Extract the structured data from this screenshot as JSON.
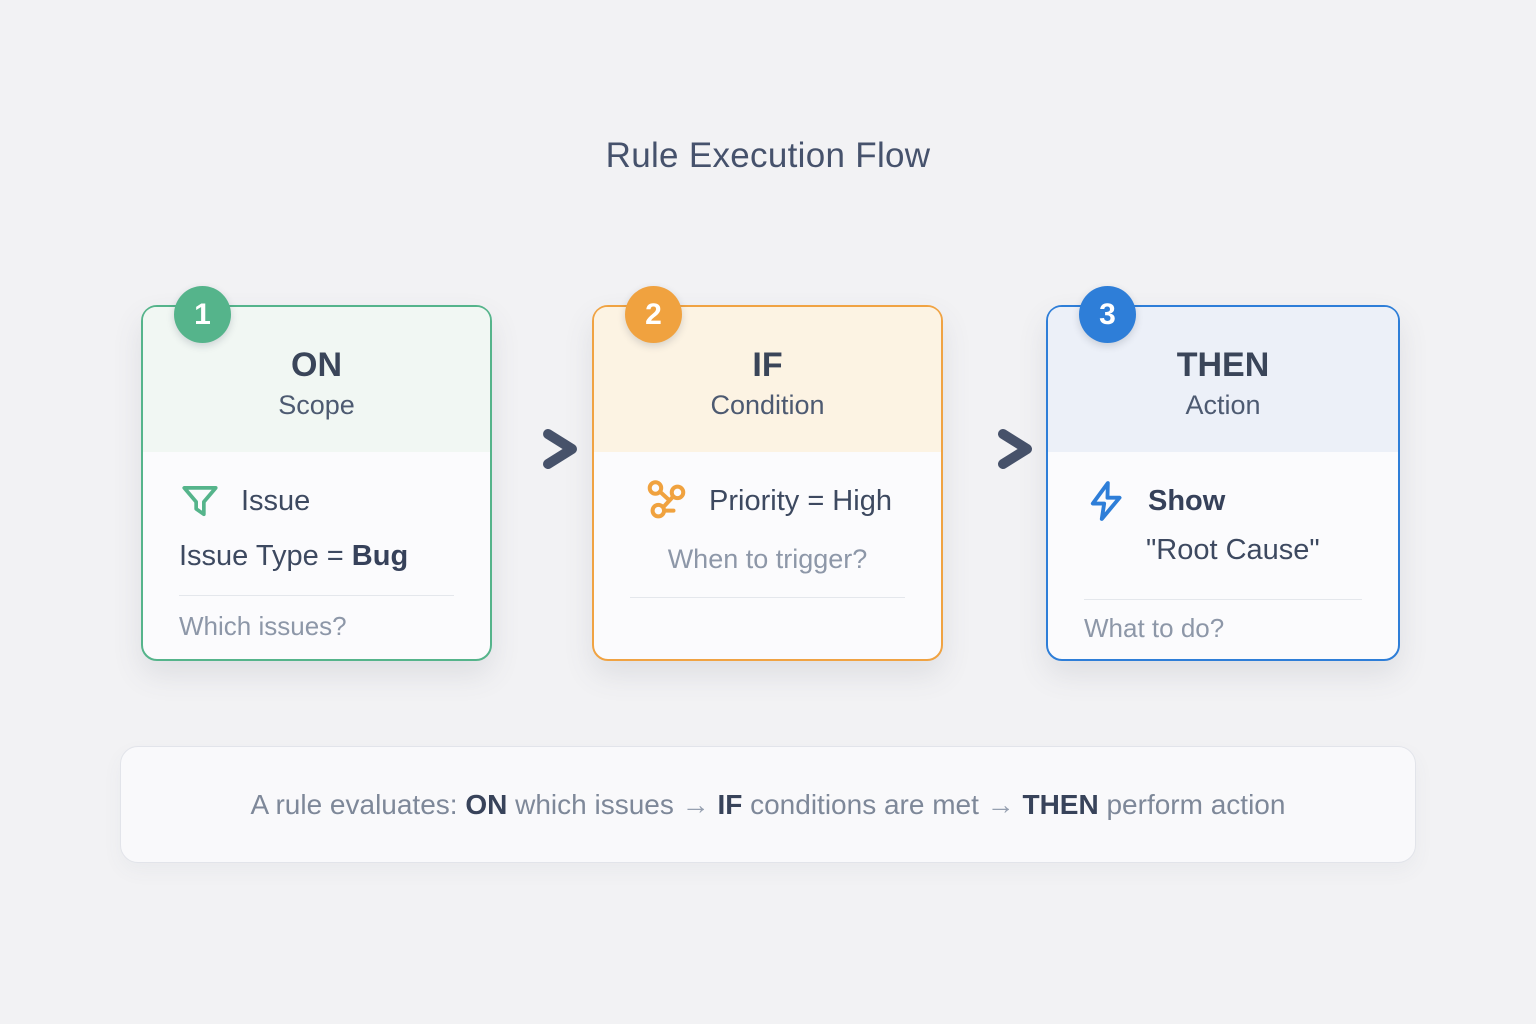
{
  "title": "Rule Execution Flow",
  "cards": [
    {
      "number": "1",
      "keyword": "ON",
      "subtitle": "Scope",
      "accent": "#55b48b",
      "icon": "filter-icon",
      "primary": "Issue",
      "secondary_prefix": "Issue Type = ",
      "secondary_bold": "Bug",
      "helper": "Which issues?"
    },
    {
      "number": "2",
      "keyword": "IF",
      "subtitle": "Condition",
      "accent": "#f0a23f",
      "icon": "branch-nodes-icon",
      "primary": "Priority = High",
      "helper": "When to trigger?"
    },
    {
      "number": "3",
      "keyword": "THEN",
      "subtitle": "Action",
      "accent": "#2e7ed8",
      "icon": "lightning-icon",
      "primary": "Show",
      "secondary": "\"Root Cause\"",
      "helper": "What to do?"
    }
  ],
  "arrow_color": "#47526a",
  "summary": {
    "s1": "A rule evaluates: ",
    "b1": "ON",
    "s2": " which issues",
    "arrow": " → ",
    "b2": "IF",
    "s3": " conditions are met",
    "b3": "THEN",
    "s4": " perform action"
  }
}
